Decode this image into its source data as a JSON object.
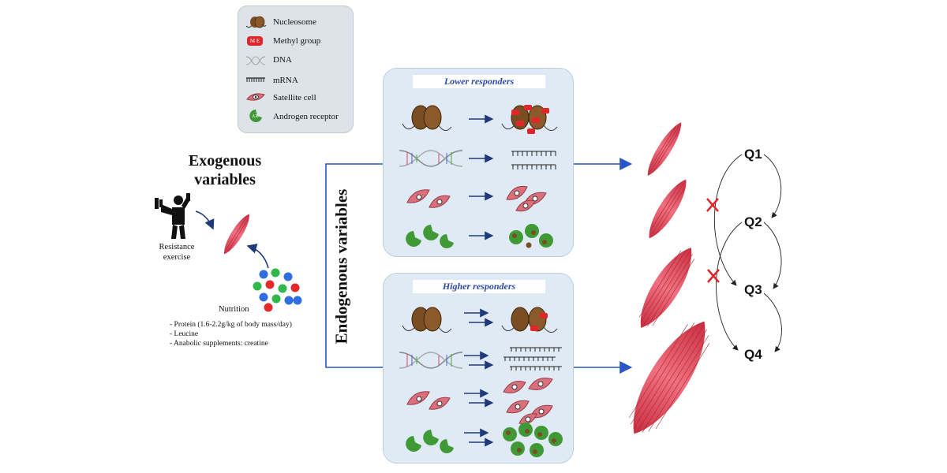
{
  "legend": {
    "items": [
      {
        "label": "Nucleosome",
        "icon": "nucleosome-icon"
      },
      {
        "label": "Methyl group",
        "icon": "methyl-group-icon",
        "badge": "M E"
      },
      {
        "label": "DNA",
        "icon": "dna-icon"
      },
      {
        "label": "mRNA",
        "icon": "mrna-icon"
      },
      {
        "label": "Satellite cell",
        "icon": "satellite-cell-icon"
      },
      {
        "label": "Androgen receptor",
        "icon": "androgen-receptor-icon",
        "badge": "AR"
      }
    ]
  },
  "exogenous": {
    "title_line1": "Exogenous",
    "title_line2": "variables",
    "exercise_line1": "Resistance",
    "exercise_line2": "exercise",
    "nutrition_label": "Nutrition",
    "nutrition_items": [
      "- Protein (1.6-2.2g/kg of body mass/day)",
      "- Leucine",
      "- Anabolic supplements: creatine"
    ]
  },
  "endogenous_label": "Endogenous variables",
  "panels": {
    "lower": {
      "title": "Lower responders"
    },
    "higher": {
      "title": "Higher responders"
    }
  },
  "quartiles": [
    "Q1",
    "Q2",
    "Q3",
    "Q4"
  ],
  "colors": {
    "arrow_blue": "#2a56c6",
    "panel_fill": "#dfeaf4",
    "muscle_red": "#e44b5a",
    "cross_red": "#e0262a",
    "nucleosome_brown": "#7a4d22",
    "receptor_green": "#3f9a35"
  }
}
